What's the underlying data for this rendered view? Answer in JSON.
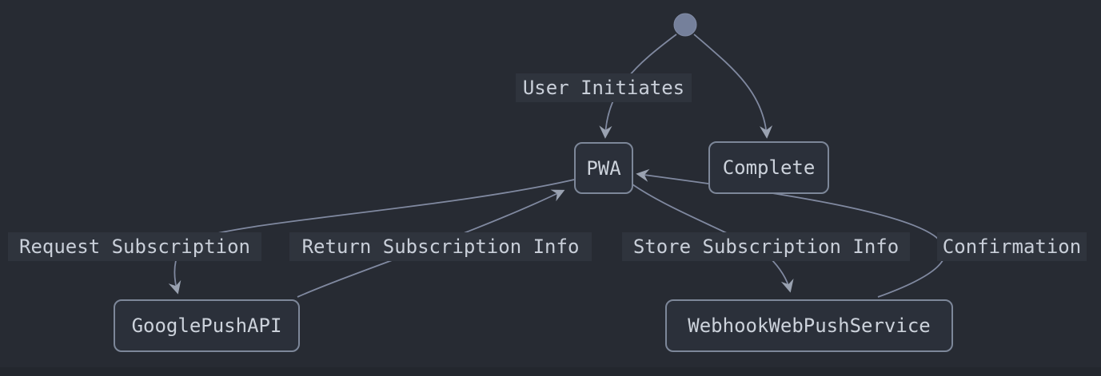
{
  "diagram": {
    "type": "state-diagram",
    "initial_state": {
      "shape": "filled-circle"
    },
    "nodes": [
      {
        "id": "PWA",
        "label": "PWA"
      },
      {
        "id": "Complete",
        "label": "Complete"
      },
      {
        "id": "GooglePushAPI",
        "label": "GooglePushAPI"
      },
      {
        "id": "WebhookWebPushService",
        "label": "WebhookWebPushService"
      }
    ],
    "edges": [
      {
        "from": "initial",
        "to": "PWA",
        "label": "User Initiates"
      },
      {
        "from": "initial",
        "to": "Complete",
        "label": ""
      },
      {
        "from": "PWA",
        "to": "GooglePushAPI",
        "label": "Request Subscription"
      },
      {
        "from": "GooglePushAPI",
        "to": "PWA",
        "label": "Return Subscription Info"
      },
      {
        "from": "PWA",
        "to": "WebhookWebPushService",
        "label": "Store Subscription Info"
      },
      {
        "from": "WebhookWebPushService",
        "to": "PWA",
        "label": "Confirmation"
      }
    ],
    "colors": {
      "bg": "#272b33",
      "gutter": "#23272e",
      "node_fill": "#2b303a",
      "node_border": "#7d8799",
      "node_text": "#ccd2db",
      "label_bg": "#2f343d",
      "label_text": "#c9cfd9",
      "edge_stroke": "#8089a0",
      "arrow_fill": "#9aa2b1",
      "initial_dot": "#75809b"
    }
  }
}
